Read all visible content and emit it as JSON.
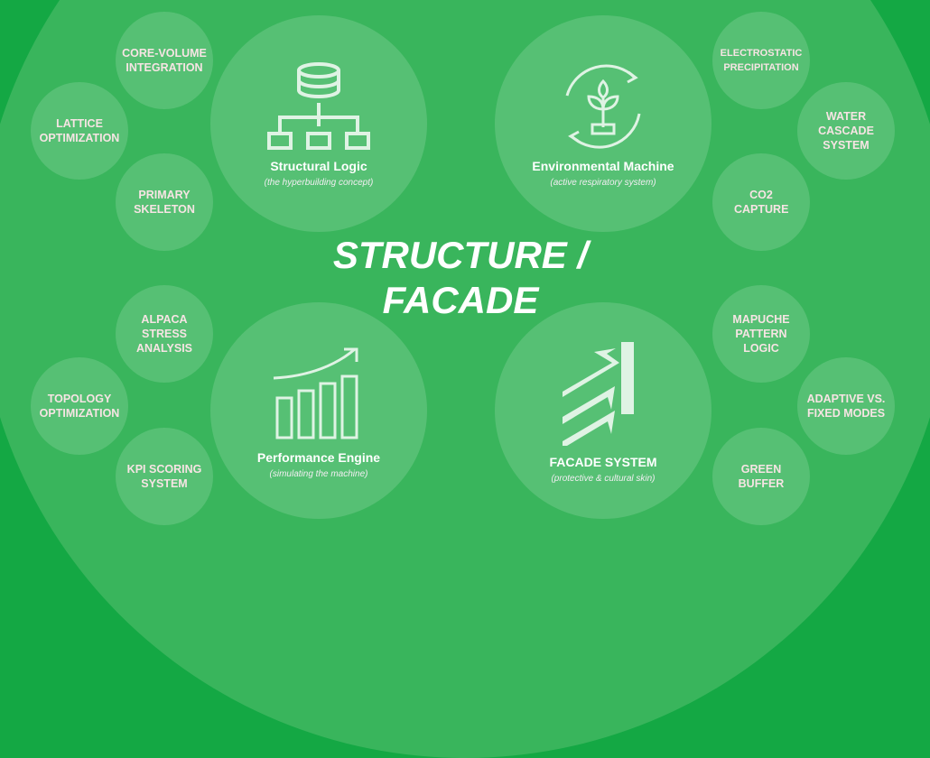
{
  "center_title": [
    "STRUCTURE /",
    "FACADE"
  ],
  "main_nodes": [
    {
      "title": "Structural Logic",
      "subtitle": "(the hyperbuilding concept)",
      "icon": "database-hierarchy-icon"
    },
    {
      "title": "Environmental Machine",
      "subtitle": "(active respiratory system)",
      "icon": "plant-cycle-icon"
    },
    {
      "title": "Performance Engine",
      "subtitle": "(simulating the machine)",
      "icon": "growth-chart-icon"
    },
    {
      "title": "FACADE SYSTEM",
      "subtitle": "(protective & cultural skin)",
      "icon": "wind-deflection-icon"
    }
  ],
  "sub_nodes": {
    "structural": [
      "CORE-VOLUME INTEGRATION",
      "LATTICE OPTIMIZATION",
      "PRIMARY SKELETON"
    ],
    "environmental": [
      "ELECTROSTATIC PRECIPITATION",
      "WATER CASCADE SYSTEM",
      "CO2 CAPTURE"
    ],
    "performance": [
      "ALPACA STRESS ANALYSIS",
      "TOPOLOGY OPTIMIZATION",
      "KPI SCORING SYSTEM"
    ],
    "facade": [
      "MAPUCHE PATTERN LOGIC",
      "ADAPTIVE VS. FIXED MODES",
      "GREEN BUFFER"
    ]
  },
  "colors": {
    "outer": "#14a844",
    "inner": "#39b55c",
    "icon": "#dff3e4"
  }
}
